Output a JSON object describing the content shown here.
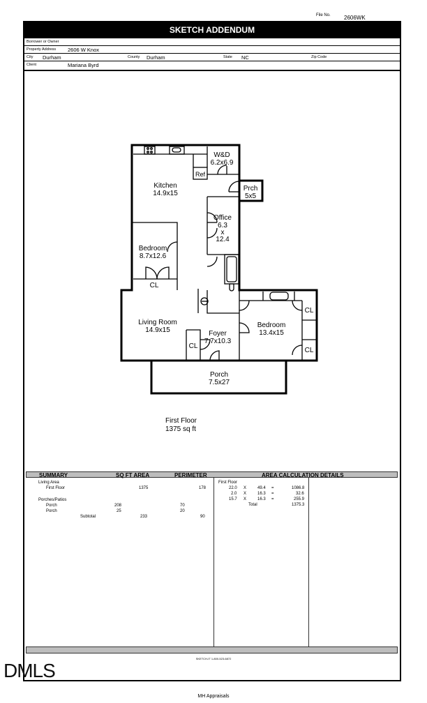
{
  "header": {
    "file_no_label": "File No.",
    "file_no_value": "2606WK",
    "title": "SKETCH ADDENDUM"
  },
  "form": {
    "borrower_label": "Borrower or Owner",
    "borrower_value": "",
    "address_label": "Property Address",
    "address_value": "2606 W Knox",
    "city_label": "City",
    "city_value": "Durham",
    "county_label": "County",
    "county_value": "Durham",
    "state_label": "State",
    "state_value": "NC",
    "zip_label": "Zip Code",
    "zip_value": "",
    "client_label": "Client",
    "client_value": "Mariana Byrd"
  },
  "rooms": {
    "wd": {
      "name": "W&D",
      "dims": "6.2x6.9"
    },
    "ref": {
      "name": "Ref"
    },
    "kitchen": {
      "name": "Kitchen",
      "dims": "14.9x15"
    },
    "prch": {
      "name": "Prch",
      "dims": "5x5"
    },
    "office": {
      "name": "Office",
      "dims1": "6.3",
      "dims2": "x",
      "dims3": "12.4"
    },
    "bedroom1": {
      "name": "Bedroom",
      "dims": "8.7x12.6"
    },
    "cl1": {
      "name": "CL"
    },
    "living": {
      "name": "Living Room",
      "dims": "14.9x15"
    },
    "foyer": {
      "name": "Foyer",
      "dims": "7.7x10.3"
    },
    "cl2": {
      "name": "CL"
    },
    "bedroom2": {
      "name": "Bedroom",
      "dims": "13.4x15"
    },
    "cl3": {
      "name": "CL"
    },
    "cl4": {
      "name": "CL"
    },
    "porch": {
      "name": "Porch",
      "dims": "7.5x27"
    }
  },
  "plan_caption": {
    "floor": "First Floor",
    "area": "1375 sq ft"
  },
  "summary": {
    "headers": {
      "summary": "SUMMARY",
      "sqft": "SQ FT AREA",
      "perimeter": "PERIMETER",
      "details": "AREA CALCULATION DETAILS"
    },
    "living_area_label": "Living Area",
    "first_floor_label": "First Floor",
    "first_floor_area": "1375",
    "first_floor_perimeter": "178",
    "porches_label": "Porches/Patios",
    "porches": [
      {
        "label": "Porch",
        "area": "208",
        "perimeter": "70"
      },
      {
        "label": "Porch",
        "area": "25",
        "perimeter": "20"
      }
    ],
    "subtotal_label": "Subtotal",
    "subtotal_area": "233",
    "subtotal_perimeter": "90"
  },
  "calc": {
    "floor_label": "First Floor",
    "rows": [
      {
        "a": "22.0",
        "op": "X",
        "b": "49.4",
        "eq": "=",
        "result": "1086.8"
      },
      {
        "a": "2.0",
        "op": "X",
        "b": "16.3",
        "eq": "=",
        "result": "32.6"
      },
      {
        "a": "15.7",
        "op": "X",
        "b": "16.3",
        "eq": "=",
        "result": "255.9"
      }
    ],
    "total_label": "Total",
    "total_value": "1375.3"
  },
  "footer": {
    "credit": "SKETCH-IT 1-800-523-6872",
    "watermark": "DMLS",
    "company": "MH Appraisals"
  }
}
